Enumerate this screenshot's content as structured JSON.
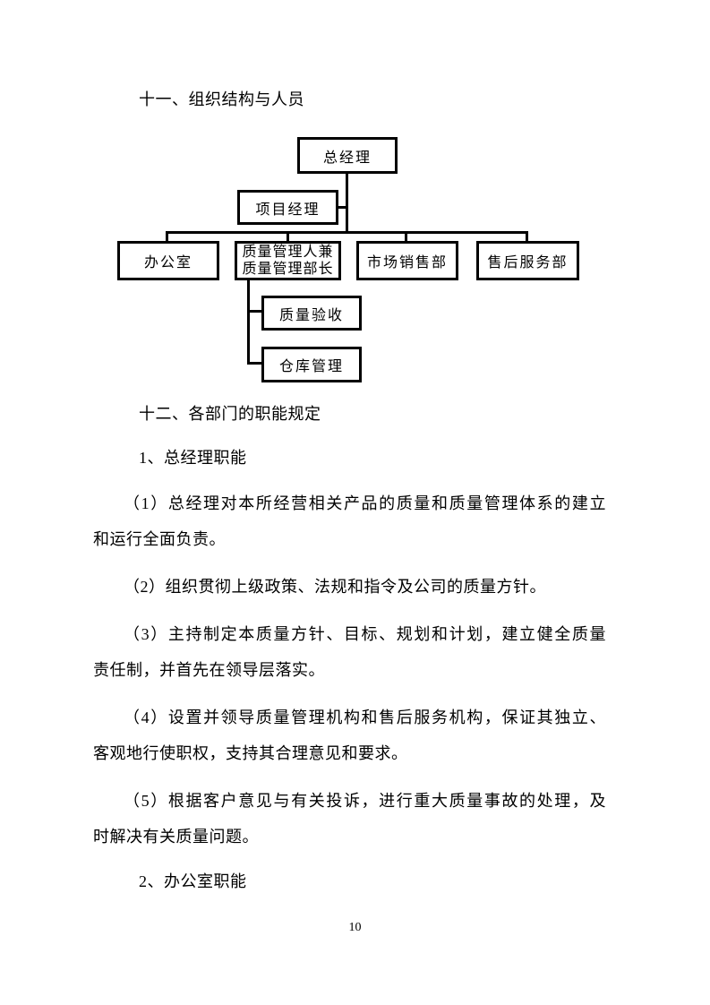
{
  "document": {
    "heading_11": "十一、组织结构与人员",
    "heading_12": "十二、各部门的职能规定",
    "subheading_1": "1、总经理职能",
    "subheading_2": "2、办公室职能",
    "paragraphs": {
      "p1": {
        "lines": [
          "（1）总经理对本所经营相关产品的质量和质量管理体系的建立",
          "和运行全面负责。"
        ]
      },
      "p2": {
        "lines": [
          "（2）组织贯彻上级政策、法规和指令及公司的质量方针。"
        ]
      },
      "p3": {
        "lines": [
          "（3）主持制定本质量方针、目标、规划和计划，建立健全质量",
          "责任制，并首先在领导层落实。"
        ]
      },
      "p4": {
        "lines": [
          "（4）设置并领导质量管理机构和售后服务机构，保证其独立、",
          "客观地行使职权，支持其合理意见和要求。"
        ]
      },
      "p5": {
        "lines": [
          "（5）根据客户意见与有关投诉，进行重大质量事故的处理，及",
          "时解决有关质量问题。"
        ]
      }
    },
    "page_number": "10"
  },
  "org_chart": {
    "nodes": [
      {
        "id": "general-manager",
        "label": "总经理",
        "reports_to": null
      },
      {
        "id": "project-manager",
        "label": "项目经理",
        "reports_to": "general-manager"
      },
      {
        "id": "office",
        "label": "办公室",
        "reports_to": "general-manager"
      },
      {
        "id": "quality-manager",
        "label": "质量管理人兼质量管理部长",
        "line1": "质量管理人兼",
        "line2": "质量管理部长",
        "reports_to": "general-manager"
      },
      {
        "id": "marketing-sales-dept",
        "label": "市场销售部",
        "reports_to": "general-manager"
      },
      {
        "id": "after-sales-service-dept",
        "label": "售后服务部",
        "reports_to": "general-manager"
      },
      {
        "id": "quality-acceptance",
        "label": "质量验收",
        "reports_to": "quality-manager"
      },
      {
        "id": "warehouse-management",
        "label": "仓库管理",
        "reports_to": "quality-manager"
      }
    ],
    "line_color": "#000000"
  }
}
